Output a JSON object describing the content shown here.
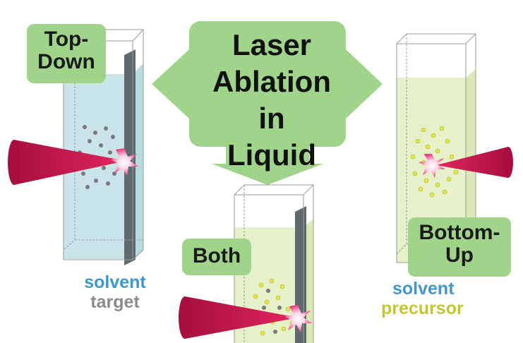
{
  "title": {
    "line1": "Laser",
    "line2": "Ablation in",
    "line3": "Liquid"
  },
  "labels": {
    "top_down_1": "Top-",
    "top_down_2": "Down",
    "both": "Both",
    "bottom_up_1": "Bottom-",
    "bottom_up_2": "Up"
  },
  "legend_left": {
    "solvent": "solvent",
    "target": "target"
  },
  "legend_right": {
    "solvent": "solvent",
    "precursor": "precursor"
  },
  "colors": {
    "arrow_green": "#9fd48a",
    "solvent_blue": "#bfe1e6",
    "solvent_yellow_green": "#e5f0c6",
    "target_gray": "#5e6a6e",
    "laser_red": "#c4174d",
    "precursor_yellow": "#e2e44a",
    "particle_gray": "#7a7a7a",
    "text_solvent": "#3f97cf",
    "text_target": "#8b8b8b",
    "text_precursor": "#c3c532"
  }
}
